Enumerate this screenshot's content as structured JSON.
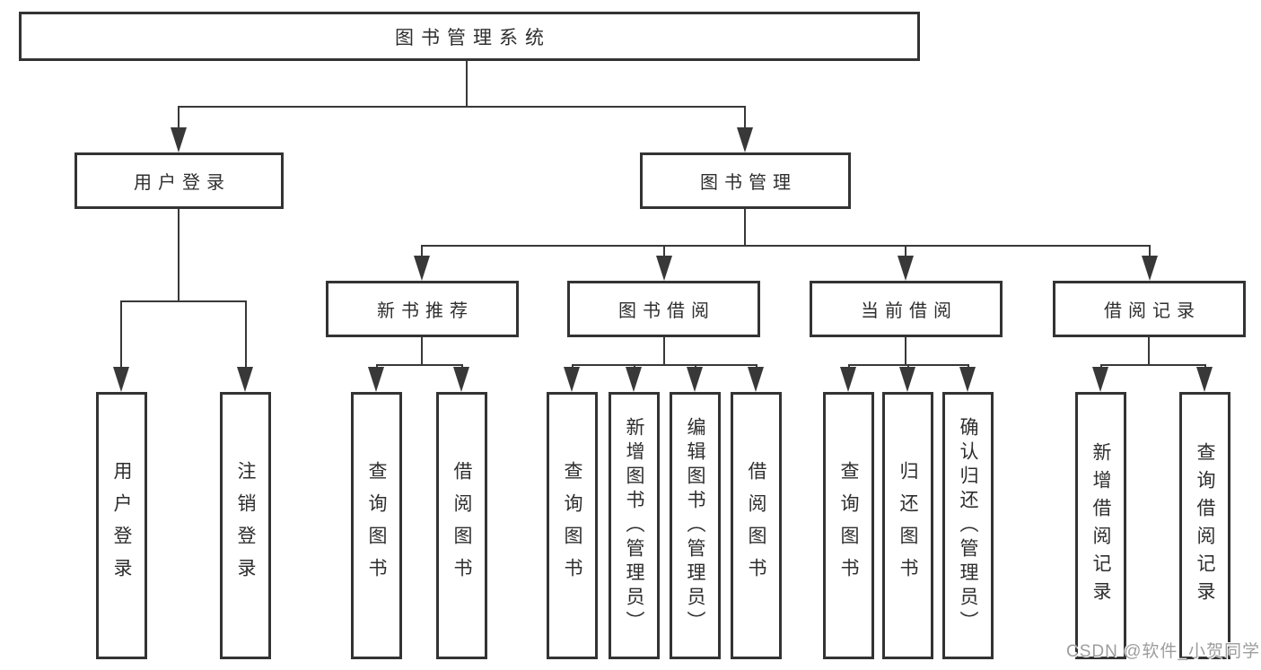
{
  "diagram": {
    "root": {
      "label": "图书管理系统"
    },
    "level2": [
      {
        "label": "用户登录"
      },
      {
        "label": "图书管理"
      }
    ],
    "level3": [
      {
        "label": "新书推荐"
      },
      {
        "label": "图书借阅"
      },
      {
        "label": "当前借阅"
      },
      {
        "label": "借阅记录"
      }
    ],
    "leaves": {
      "user_login": [
        {
          "label": "用户登录"
        },
        {
          "label": "注销登录"
        }
      ],
      "new_book_recommend": [
        {
          "label": "查询图书"
        },
        {
          "label": "借阅图书"
        }
      ],
      "book_borrow": [
        {
          "label": "查询图书"
        },
        {
          "label": "新增图书（管理员）"
        },
        {
          "label": "编辑图书（管理员）"
        },
        {
          "label": "借阅图书"
        }
      ],
      "current_borrow": [
        {
          "label": "查询图书"
        },
        {
          "label": "归还图书"
        },
        {
          "label": "确认归还（管理员）"
        }
      ],
      "borrow_records": [
        {
          "label": "新增借阅记录"
        },
        {
          "label": "查询借阅记录"
        }
      ]
    }
  },
  "watermark": {
    "text": "CSDN @软件_小贺同学"
  },
  "colors": {
    "line": "#383838",
    "box_border": "#333333",
    "text": "#2e2e2e",
    "watermark": "#9d9d9d",
    "background": "#ffffff"
  }
}
